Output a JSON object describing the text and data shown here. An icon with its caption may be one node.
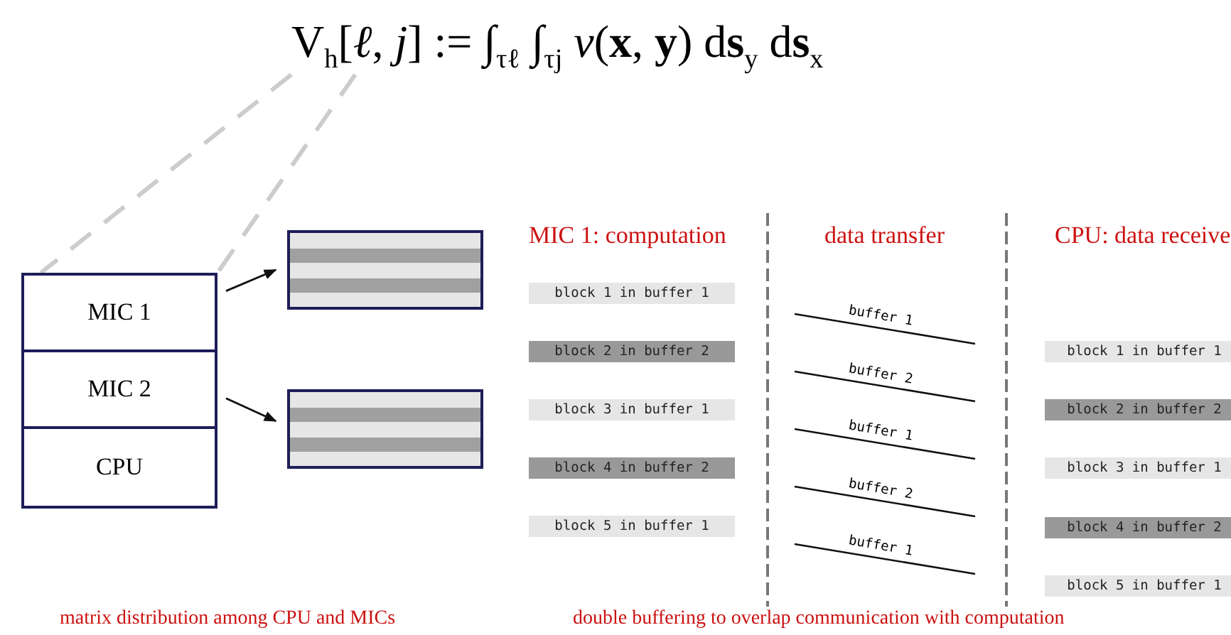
{
  "diagram": {
    "nodes": [
      {
        "text": [
          "V$_{h}$[*ℓ*, *j*] := ∫$_{τℓ}$ ∫$_{τj}$ *v*(**x**, **y**) d**s**$_{y}$ d**s**$_{x}$"
        ]
      },
      {
        "text": [],
        "shape": "box"
      },
      {
        "text": [
          "MIC 1"
        ],
        "in": 1
      },
      {
        "text": [
          "MIC 2"
        ],
        "in": 1
      },
      {
        "text": [
          "CPU"
        ],
        "in": 1
      },
      {
        "text": [],
        "shape": "picture"
      },
      {
        "text": [],
        "shape": "picture"
      },
      {
        "text": [
          "block 1 in buffer 1"
        ]
      },
      {
        "text": [
          "block 2 in buffer 2"
        ]
      },
      {
        "text": [
          "block 3 in buffer 1"
        ]
      },
      {
        "text": [
          "block 4 in buffer 2"
        ]
      },
      {
        "text": [
          "block 5 in buffer 1"
        ]
      },
      {
        "text": [
          "block 1 in buffer 1"
        ]
      },
      {
        "text": [
          "block 2 in buffer 2"
        ]
      },
      {
        "text": [
          "block 3 in buffer 1"
        ]
      },
      {
        "text": [
          "block 4 in buffer 2"
        ]
      },
      {
        "text": [
          "block 5 in buffer 1"
        ]
      }
    ],
    "edges": [
      {
        "from": 0,
        "to": 1,
        "arrow": "none",
        "style": "dashed",
        "color": "#cccccc"
      },
      {
        "from": 0,
        "to": 1,
        "arrow": "none",
        "style": "dashed",
        "color": "#cccccc"
      },
      {
        "from": 2,
        "to": 5,
        "arrow": "to",
        "color": "#111111"
      },
      {
        "from": 3,
        "to": 6,
        "arrow": "to",
        "color": "#111111"
      }
    ],
    "labels": [
      "MIC 1: computation",
      "data transfer",
      "CPU: data receive",
      "buffer 1",
      "buffer 2",
      "buffer 1",
      "buffer 2",
      "buffer 1",
      "matrix distribution among CPU and MICs",
      "double buffering to overlap communication with computation"
    ]
  }
}
